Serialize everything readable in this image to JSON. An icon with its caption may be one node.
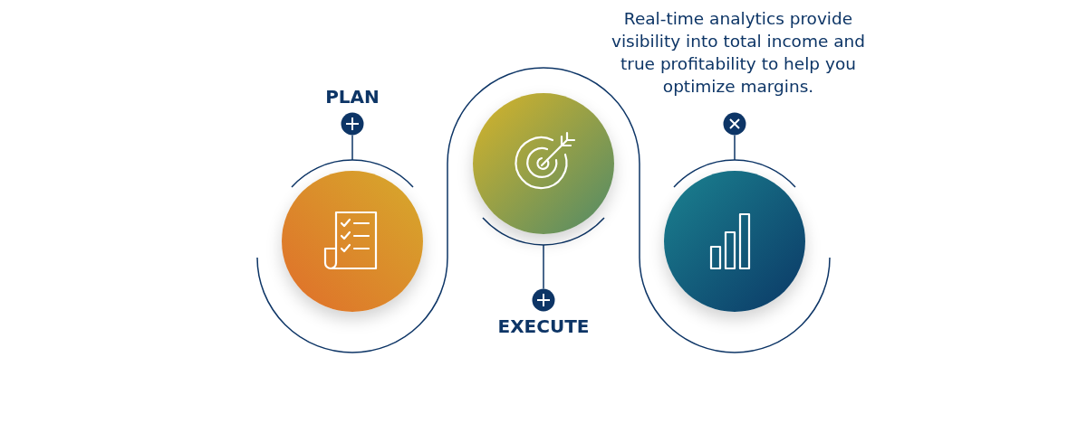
{
  "diagram": {
    "nodes": [
      {
        "text": [],
        "shape": "circle"
      },
      {
        "text": [],
        "shape": "circle"
      },
      {
        "text": [],
        "shape": "circle"
      },
      {
        "text": [],
        "shape": "circle"
      },
      {
        "text": [],
        "shape": "circle"
      },
      {
        "text": [],
        "shape": "circle"
      }
    ],
    "edges": [
      {
        "from": 3,
        "to": 0,
        "arrow": "none"
      },
      {
        "from": 4,
        "to": 1,
        "arrow": "none"
      },
      {
        "from": 5,
        "to": 2,
        "arrow": "none"
      }
    ],
    "labels": [
      "PLAN",
      "EXECUTE",
      "Real-time analytics provide visibility into total income and true profitability to help you optimize margins."
    ]
  }
}
